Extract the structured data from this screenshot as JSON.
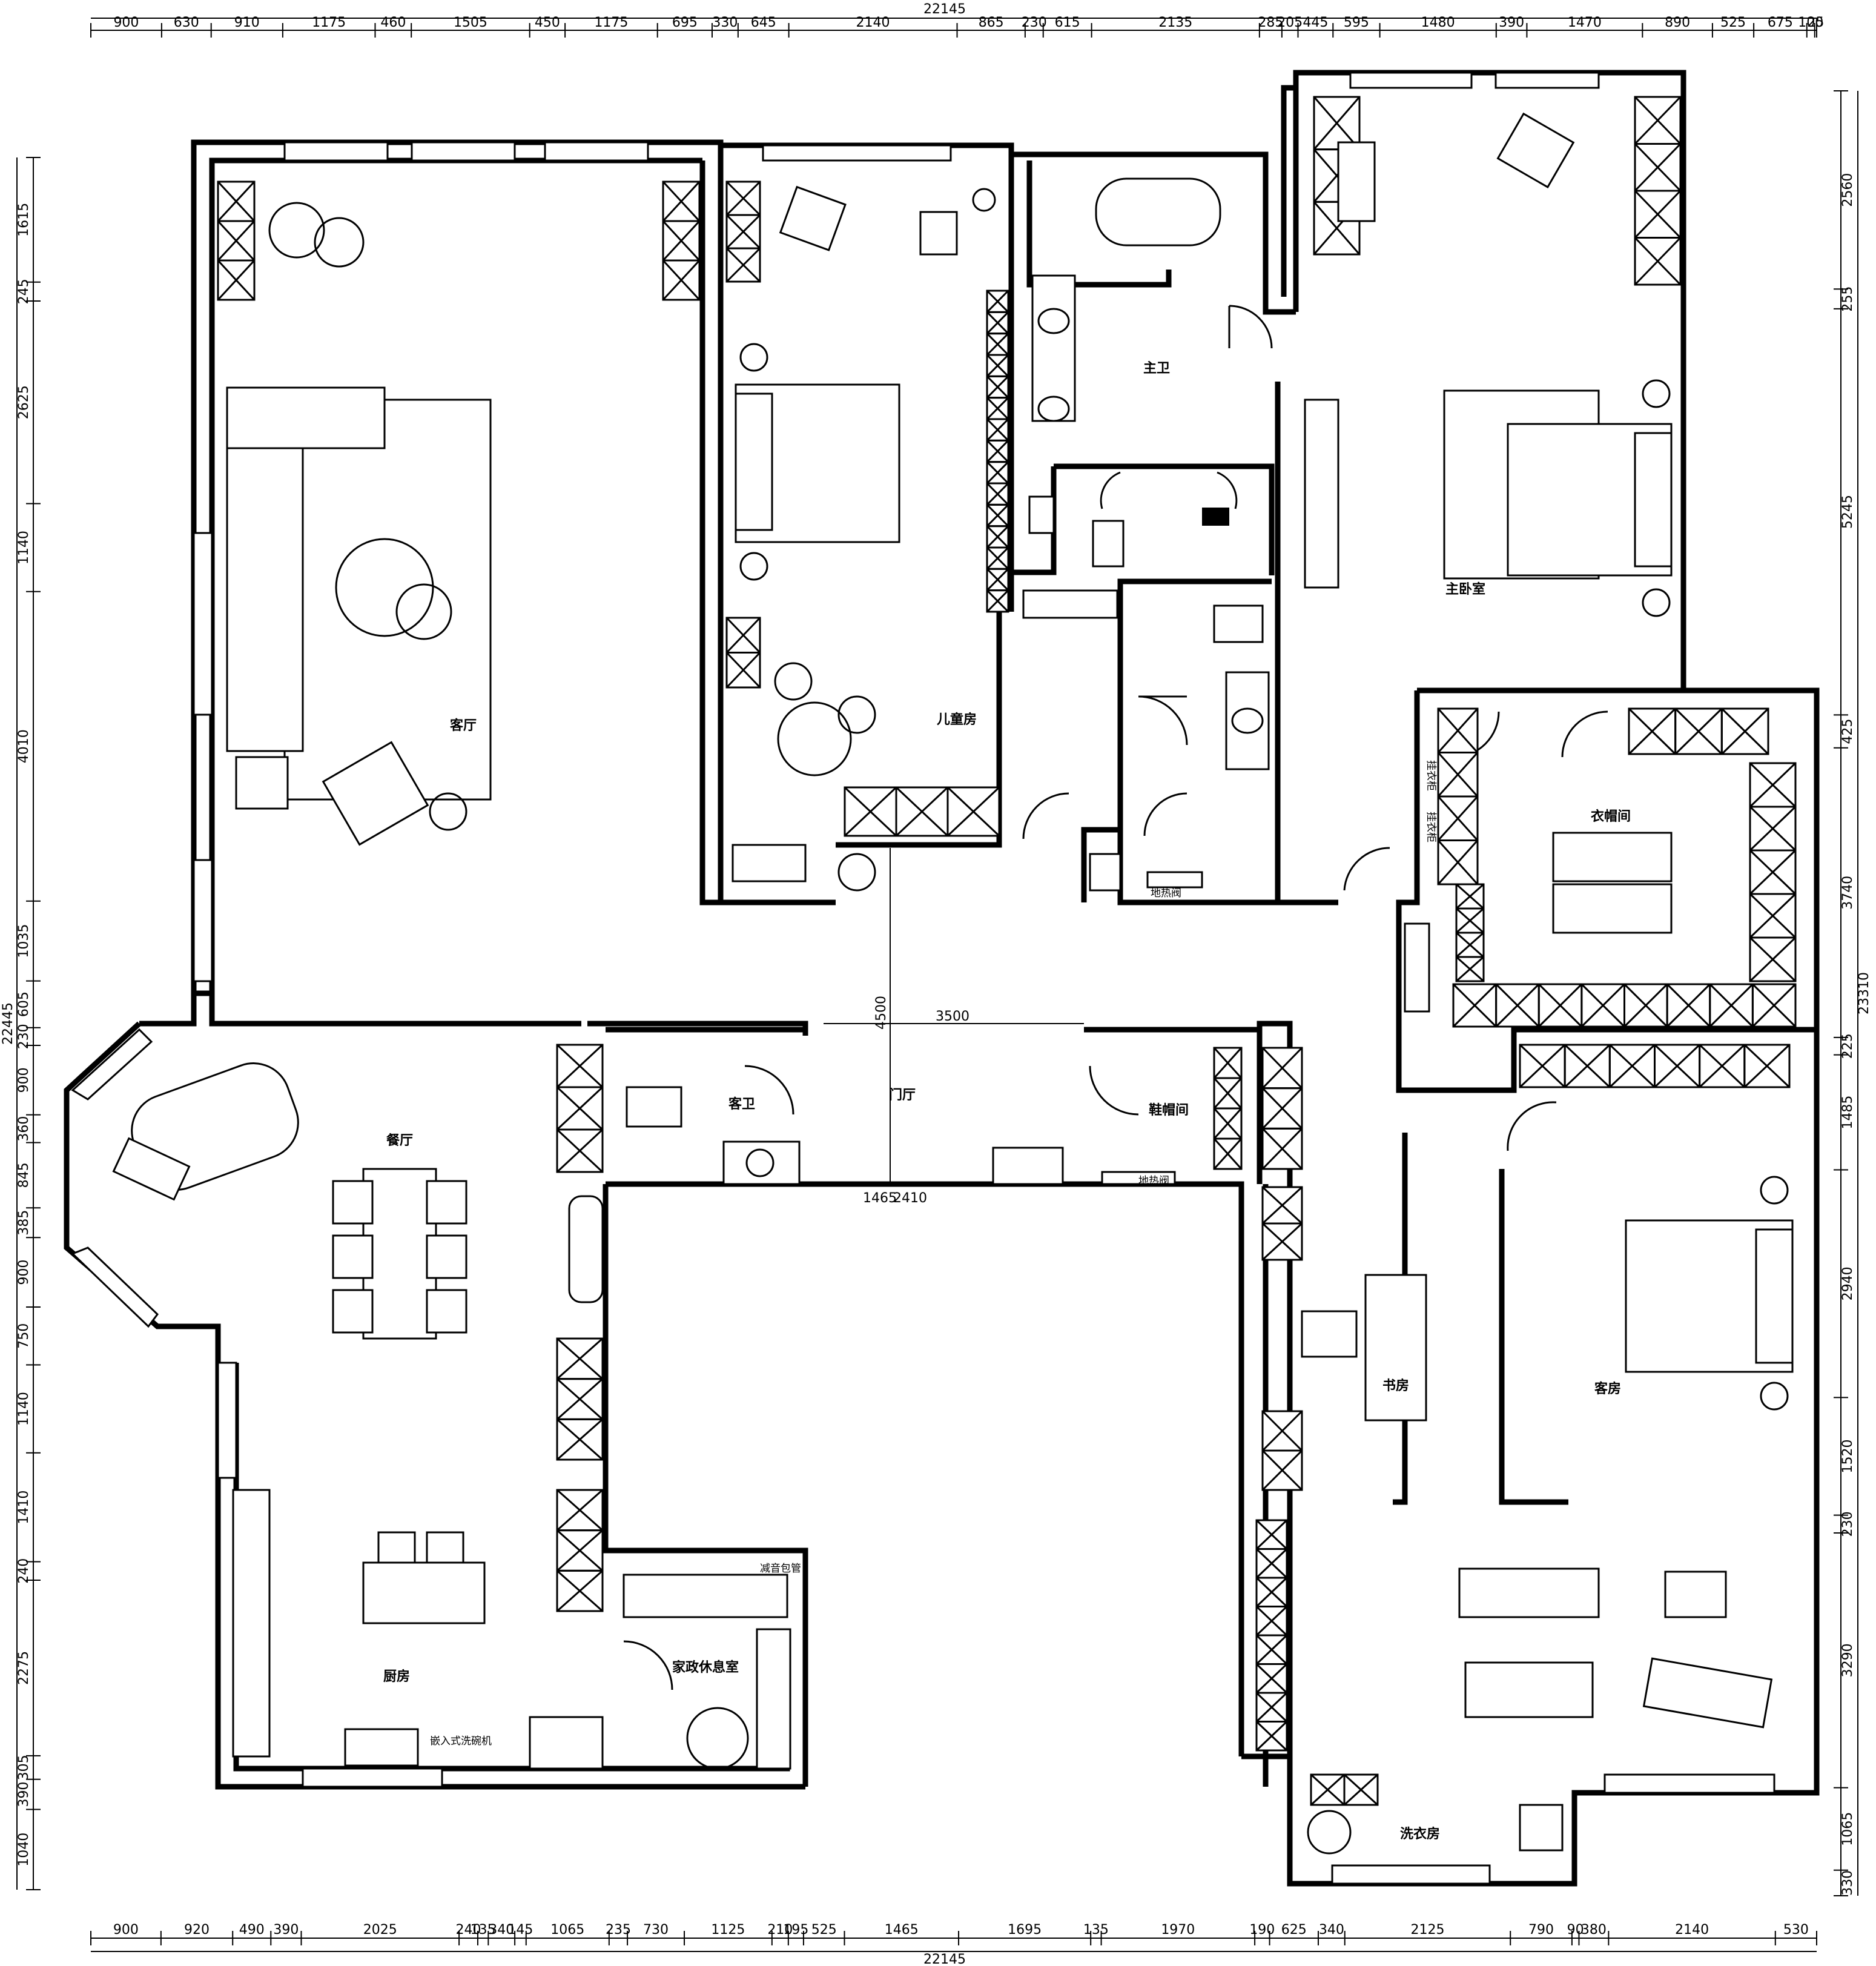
{
  "dimensions": {
    "top_total": "22145",
    "top_segments": [
      "900",
      "630",
      "910",
      "1175",
      "460",
      "1505",
      "450",
      "1175",
      "695",
      "330",
      "645",
      "2140",
      "865",
      "230",
      "615",
      "2135",
      "285",
      "205",
      "445",
      "595",
      "1480",
      "390",
      "1470",
      "890",
      "525",
      "675",
      "100",
      "25"
    ],
    "bottom_total": "22145",
    "bottom_segments": [
      "900",
      "920",
      "490",
      "390",
      "2025",
      "240",
      "135",
      "340",
      "145",
      "1065",
      "235",
      "730",
      "1125",
      "210",
      "195",
      "525",
      "1465",
      "1695",
      "135",
      "1970",
      "190",
      "625",
      "340",
      "2125",
      "790",
      "90",
      "380",
      "2140",
      "530"
    ],
    "left_total": "22445",
    "left_segments": [
      "1615",
      "245",
      "2625",
      "1140",
      "4010",
      "1035",
      "605",
      "230",
      "900",
      "360",
      "845",
      "385",
      "900",
      "750",
      "1140",
      "1410",
      "240",
      "2275",
      "305",
      "390",
      "1040"
    ],
    "right_total": "23310",
    "right_segments": [
      "2560",
      "255",
      "5245",
      "425",
      "3740",
      "225",
      "1485",
      "2940",
      "1520",
      "230",
      "3290",
      "1065",
      "330"
    ],
    "inner": [
      "4500",
      "3500",
      "1465",
      "2410"
    ]
  },
  "rooms": {
    "living": "客厅",
    "kids": "儿童房",
    "master_bath": "主卫",
    "master_bed": "主卧室",
    "closet": "衣帽间",
    "dining": "餐厅",
    "guest_bath": "客卫",
    "foyer": "门厅",
    "shoe_room": "鞋帽间",
    "study": "书房",
    "guest_room": "客房",
    "kitchen": "厨房",
    "maid_room": "家政休息室",
    "laundry": "洗衣房"
  },
  "labels": {
    "floor_heat_1": "地热阀",
    "floor_heat_2": "地热阀",
    "soundproof_pipe": "减音包管",
    "dishwasher": "嵌入式洗碗机",
    "wardrobe_a": "挂衣柜",
    "wardrobe_b": "挂衣柜"
  }
}
